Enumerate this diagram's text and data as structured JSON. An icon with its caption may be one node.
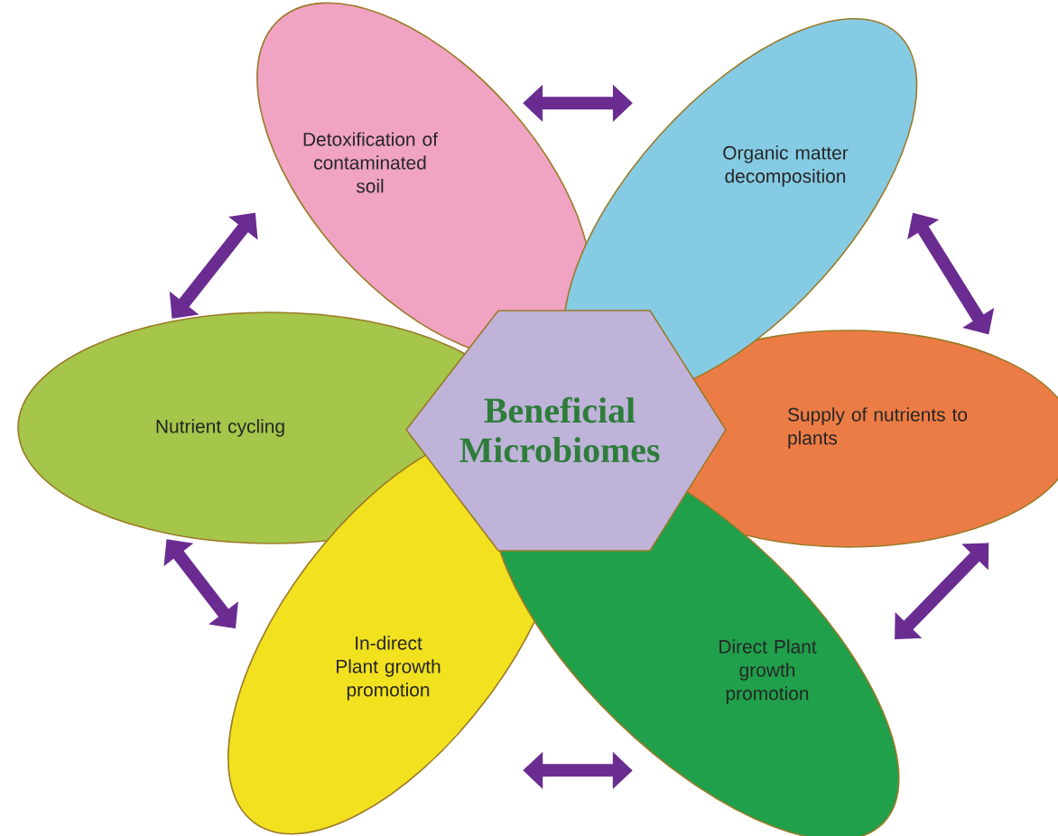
{
  "diagram": {
    "nodes": [
      {
        "text": [
          "Detoxification of contaminated soil"
        ]
      },
      {
        "text": [
          "Organic matter decomposition"
        ]
      },
      {
        "text": [
          "Nutrient cycling"
        ]
      },
      {
        "text": [
          "Beneficial Microbiomes"
        ]
      },
      {
        "text": [
          "Supply of nutrients to plants"
        ]
      },
      {
        "text": [
          "In-direct Plant growth promotion"
        ]
      },
      {
        "text": [
          "Direct Plant growth promotion"
        ]
      }
    ],
    "edges": [
      {
        "from": 0,
        "to": 1,
        "arrow": "both"
      },
      {
        "from": 1,
        "to": 4,
        "arrow": "both"
      },
      {
        "from": 4,
        "to": 6,
        "arrow": "both"
      },
      {
        "from": 6,
        "to": 5,
        "arrow": "both"
      },
      {
        "from": 5,
        "to": 2,
        "arrow": "both"
      },
      {
        "from": 2,
        "to": 0,
        "arrow": "both"
      }
    ]
  }
}
